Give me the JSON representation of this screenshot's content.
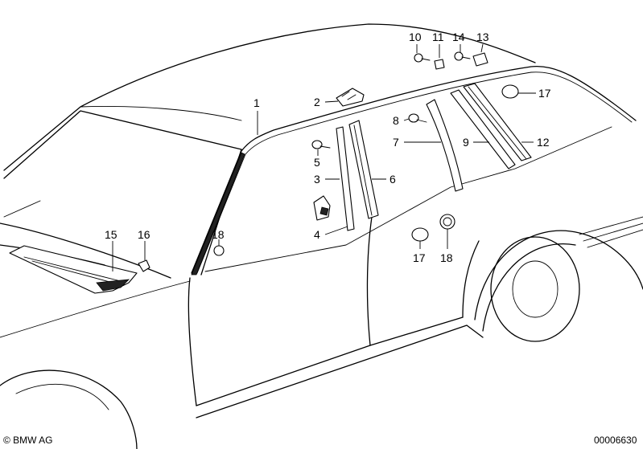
{
  "callouts": [
    {
      "id": "c1",
      "text": "1"
    },
    {
      "id": "c2",
      "text": "2"
    },
    {
      "id": "c3",
      "text": "3"
    },
    {
      "id": "c4",
      "text": "4"
    },
    {
      "id": "c5",
      "text": "5"
    },
    {
      "id": "c6",
      "text": "6"
    },
    {
      "id": "c7",
      "text": "7"
    },
    {
      "id": "c8",
      "text": "8"
    },
    {
      "id": "c9",
      "text": "9"
    },
    {
      "id": "c10",
      "text": "10"
    },
    {
      "id": "c11",
      "text": "11"
    },
    {
      "id": "c12",
      "text": "12"
    },
    {
      "id": "c13",
      "text": "13"
    },
    {
      "id": "c14",
      "text": "14"
    },
    {
      "id": "c15",
      "text": "15"
    },
    {
      "id": "c16",
      "text": "16"
    },
    {
      "id": "c17a",
      "text": "17"
    },
    {
      "id": "c17b",
      "text": "17"
    },
    {
      "id": "c18a",
      "text": "18"
    },
    {
      "id": "c18b",
      "text": "18"
    }
  ],
  "footer": {
    "copyright": "© BMW AG",
    "image_number": "00006630"
  }
}
